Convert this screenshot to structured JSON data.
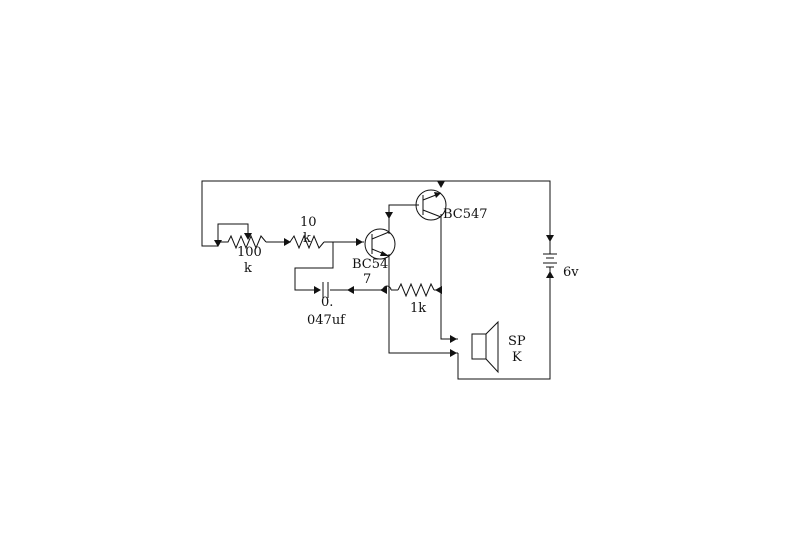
{
  "diagram": {
    "components": {
      "pot": {
        "label_line1": "100",
        "label_line2": "k"
      },
      "resistor_base": {
        "label_line1": "10",
        "label_line2": "k"
      },
      "transistor_q1": {
        "label_line1": "BC54",
        "label_line2": "7"
      },
      "transistor_q2": {
        "label": "BC547"
      },
      "capacitor": {
        "label_line1": "0.",
        "label_line2": "047uf"
      },
      "resistor_feedback": {
        "label": "1k"
      },
      "speaker": {
        "label_line1": "SP",
        "label_line2": "K"
      },
      "battery": {
        "label": "6v"
      }
    },
    "line_color": "#111111",
    "background": "#ffffff"
  }
}
